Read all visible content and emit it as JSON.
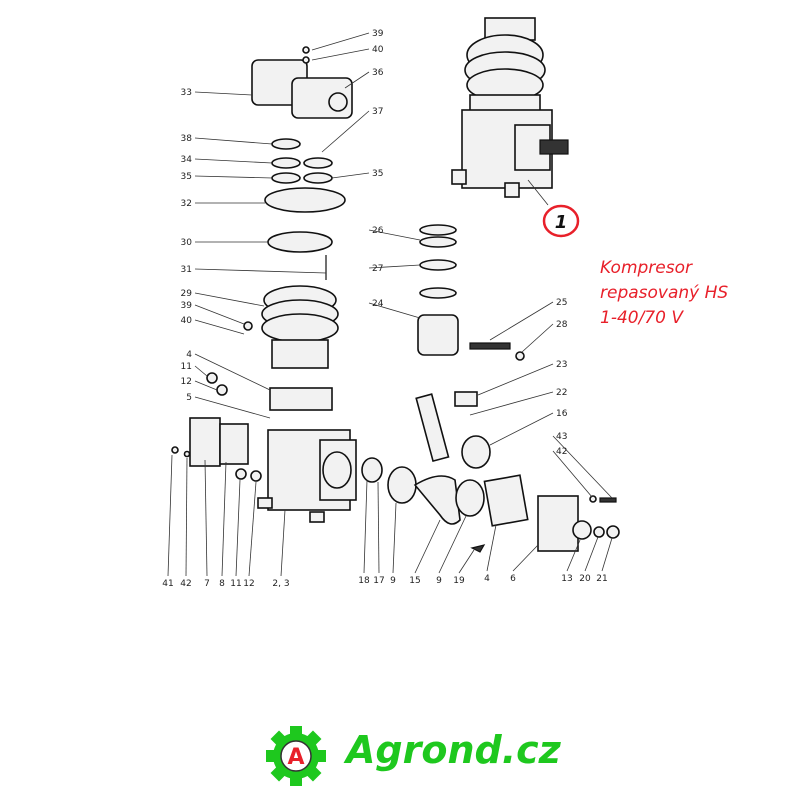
{
  "diagram": {
    "labels": [
      "39",
      "40",
      "36",
      "33",
      "37",
      "38",
      "34",
      "35",
      "35",
      "32",
      "30",
      "31",
      "29",
      "39",
      "40",
      "4",
      "11",
      "12",
      "5",
      "26",
      "27",
      "24",
      "25",
      "28",
      "23",
      "22",
      "16",
      "43",
      "42",
      "41",
      "42",
      "7",
      "8",
      "11",
      "12",
      "2, 3",
      "18",
      "17",
      "9",
      "15",
      "9",
      "19",
      "4",
      "6",
      "13",
      "20",
      "21"
    ],
    "callout": "1",
    "callout_color": "#e8202a"
  },
  "description": {
    "line1": "Kompresor",
    "line2": "repasovaný HS",
    "line3": "1-40/70 V",
    "color": "#e8202a"
  },
  "logo": {
    "letter": "A",
    "brand": "Agrond.cz",
    "brand_color": "#1ec81e",
    "letter_color": "#e8202a"
  }
}
